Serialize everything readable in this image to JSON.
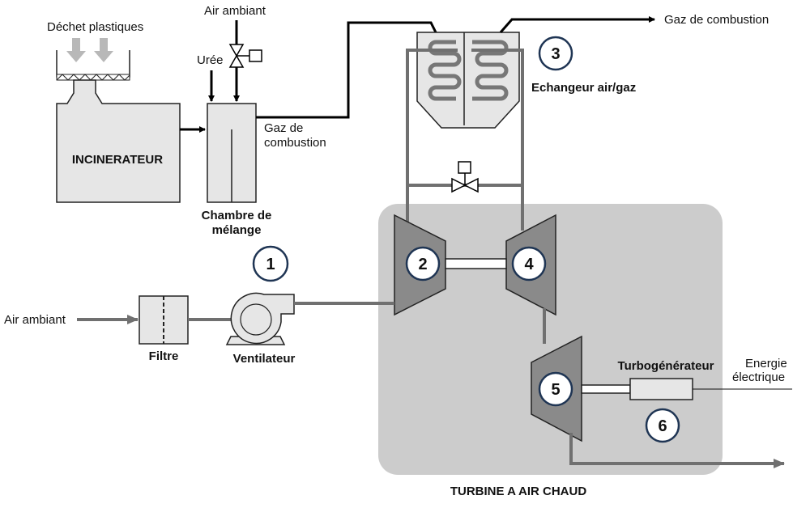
{
  "labels": {
    "waste": "Déchet plastiques",
    "incinerator": "INCINERATEUR",
    "ambient_air_top": "Air ambiant",
    "urea": "Urée",
    "flue_gas_1": "Gaz de",
    "flue_gas_2": "combustion",
    "mixing_1": "Chambre de",
    "mixing_2": "mélange",
    "flue_gas_out": "Gaz de combustion",
    "exchanger": "Echangeur air/gaz",
    "ambient_air_left": "Air ambiant",
    "filter": "Filtre",
    "fan": "Ventilateur",
    "turbogen": "Turbogénérateur",
    "energy_1": "Energie",
    "energy_2": "électrique",
    "turbine_block": "TURBINE A AIR CHAUD"
  },
  "numbers": {
    "n1": "1",
    "n2": "2",
    "n3": "3",
    "n4": "4",
    "n5": "5",
    "n6": "6"
  },
  "colors": {
    "panel": "#cccccc",
    "equipment": "#e6e6e6",
    "equipment_dark": "#8a8a8a",
    "pipe_black": "#000000",
    "pipe_grey": "#707070",
    "badge_border": "#1f3554"
  }
}
